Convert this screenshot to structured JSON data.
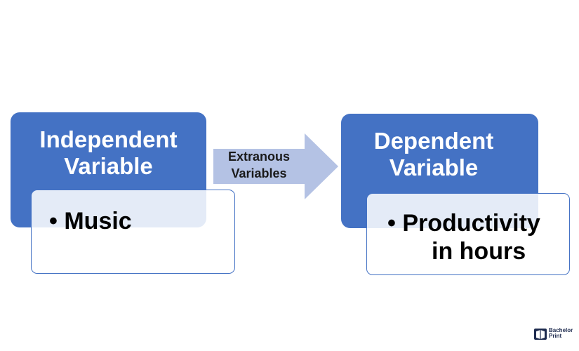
{
  "diagram": {
    "independent": {
      "title_line1": "Independent",
      "title_line2": "Variable",
      "item": "Music"
    },
    "extraneous": {
      "line1": "Extranous",
      "line2": "Variables"
    },
    "dependent": {
      "title_line1": "Dependent",
      "title_line2": "Variable",
      "item_line1": "Productivity",
      "item_line2": "in hours"
    },
    "bullet": "•",
    "colors": {
      "box": "#4472c4",
      "arrow": "#b4c2e4",
      "border": "#4472c4"
    }
  },
  "logo": {
    "line1": "Bachelor",
    "line2": "Print"
  }
}
